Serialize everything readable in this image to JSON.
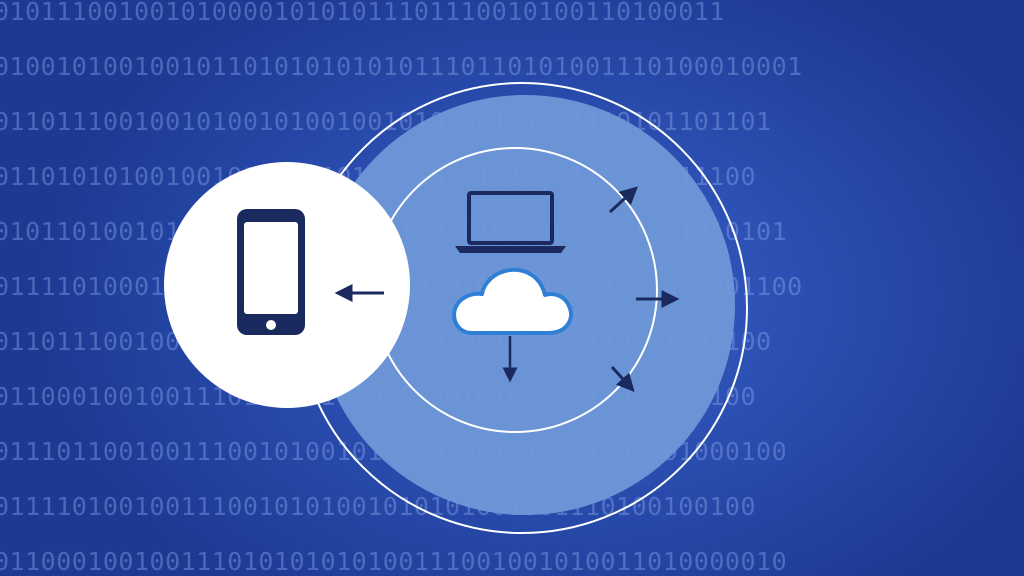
{
  "background_binary": [
    "01011100100101000010101011101110010100110100011",
    "0100101001001011010101010101110110101001110100010001",
    "01101110010010100101001001010100101001110101101101",
    "0110101010010010100101010101010101001110100011100",
    "010110100101000110100101001001010001010011101010101",
    "0111101000101001001010010010101001010011101000001100",
    "01101110010010110101001001010100101001110101001100",
    "0110001001001110100101010101001010100111010000100",
    "011101100100111001010010100101001010011101001000100",
    "0111101001001110010101001010101001001110100100100",
    "011000100100111010101010100111001001010011010000010"
  ],
  "colors": {
    "background": "#1f3f99",
    "outer_ring_fill": "#6f98d8",
    "ring_stroke": "#ffffff",
    "phone_bubble": "#ffffff",
    "icon_navy": "#1a2a5e",
    "cloud_stroke": "#2f7fd6"
  },
  "icons": [
    "smartphone-icon",
    "laptop-icon",
    "cloud-icon",
    "arrow-left-icon",
    "arrow-right-icon",
    "arrow-down-icon",
    "arrow-up-right-icon",
    "arrow-down-right-icon"
  ]
}
